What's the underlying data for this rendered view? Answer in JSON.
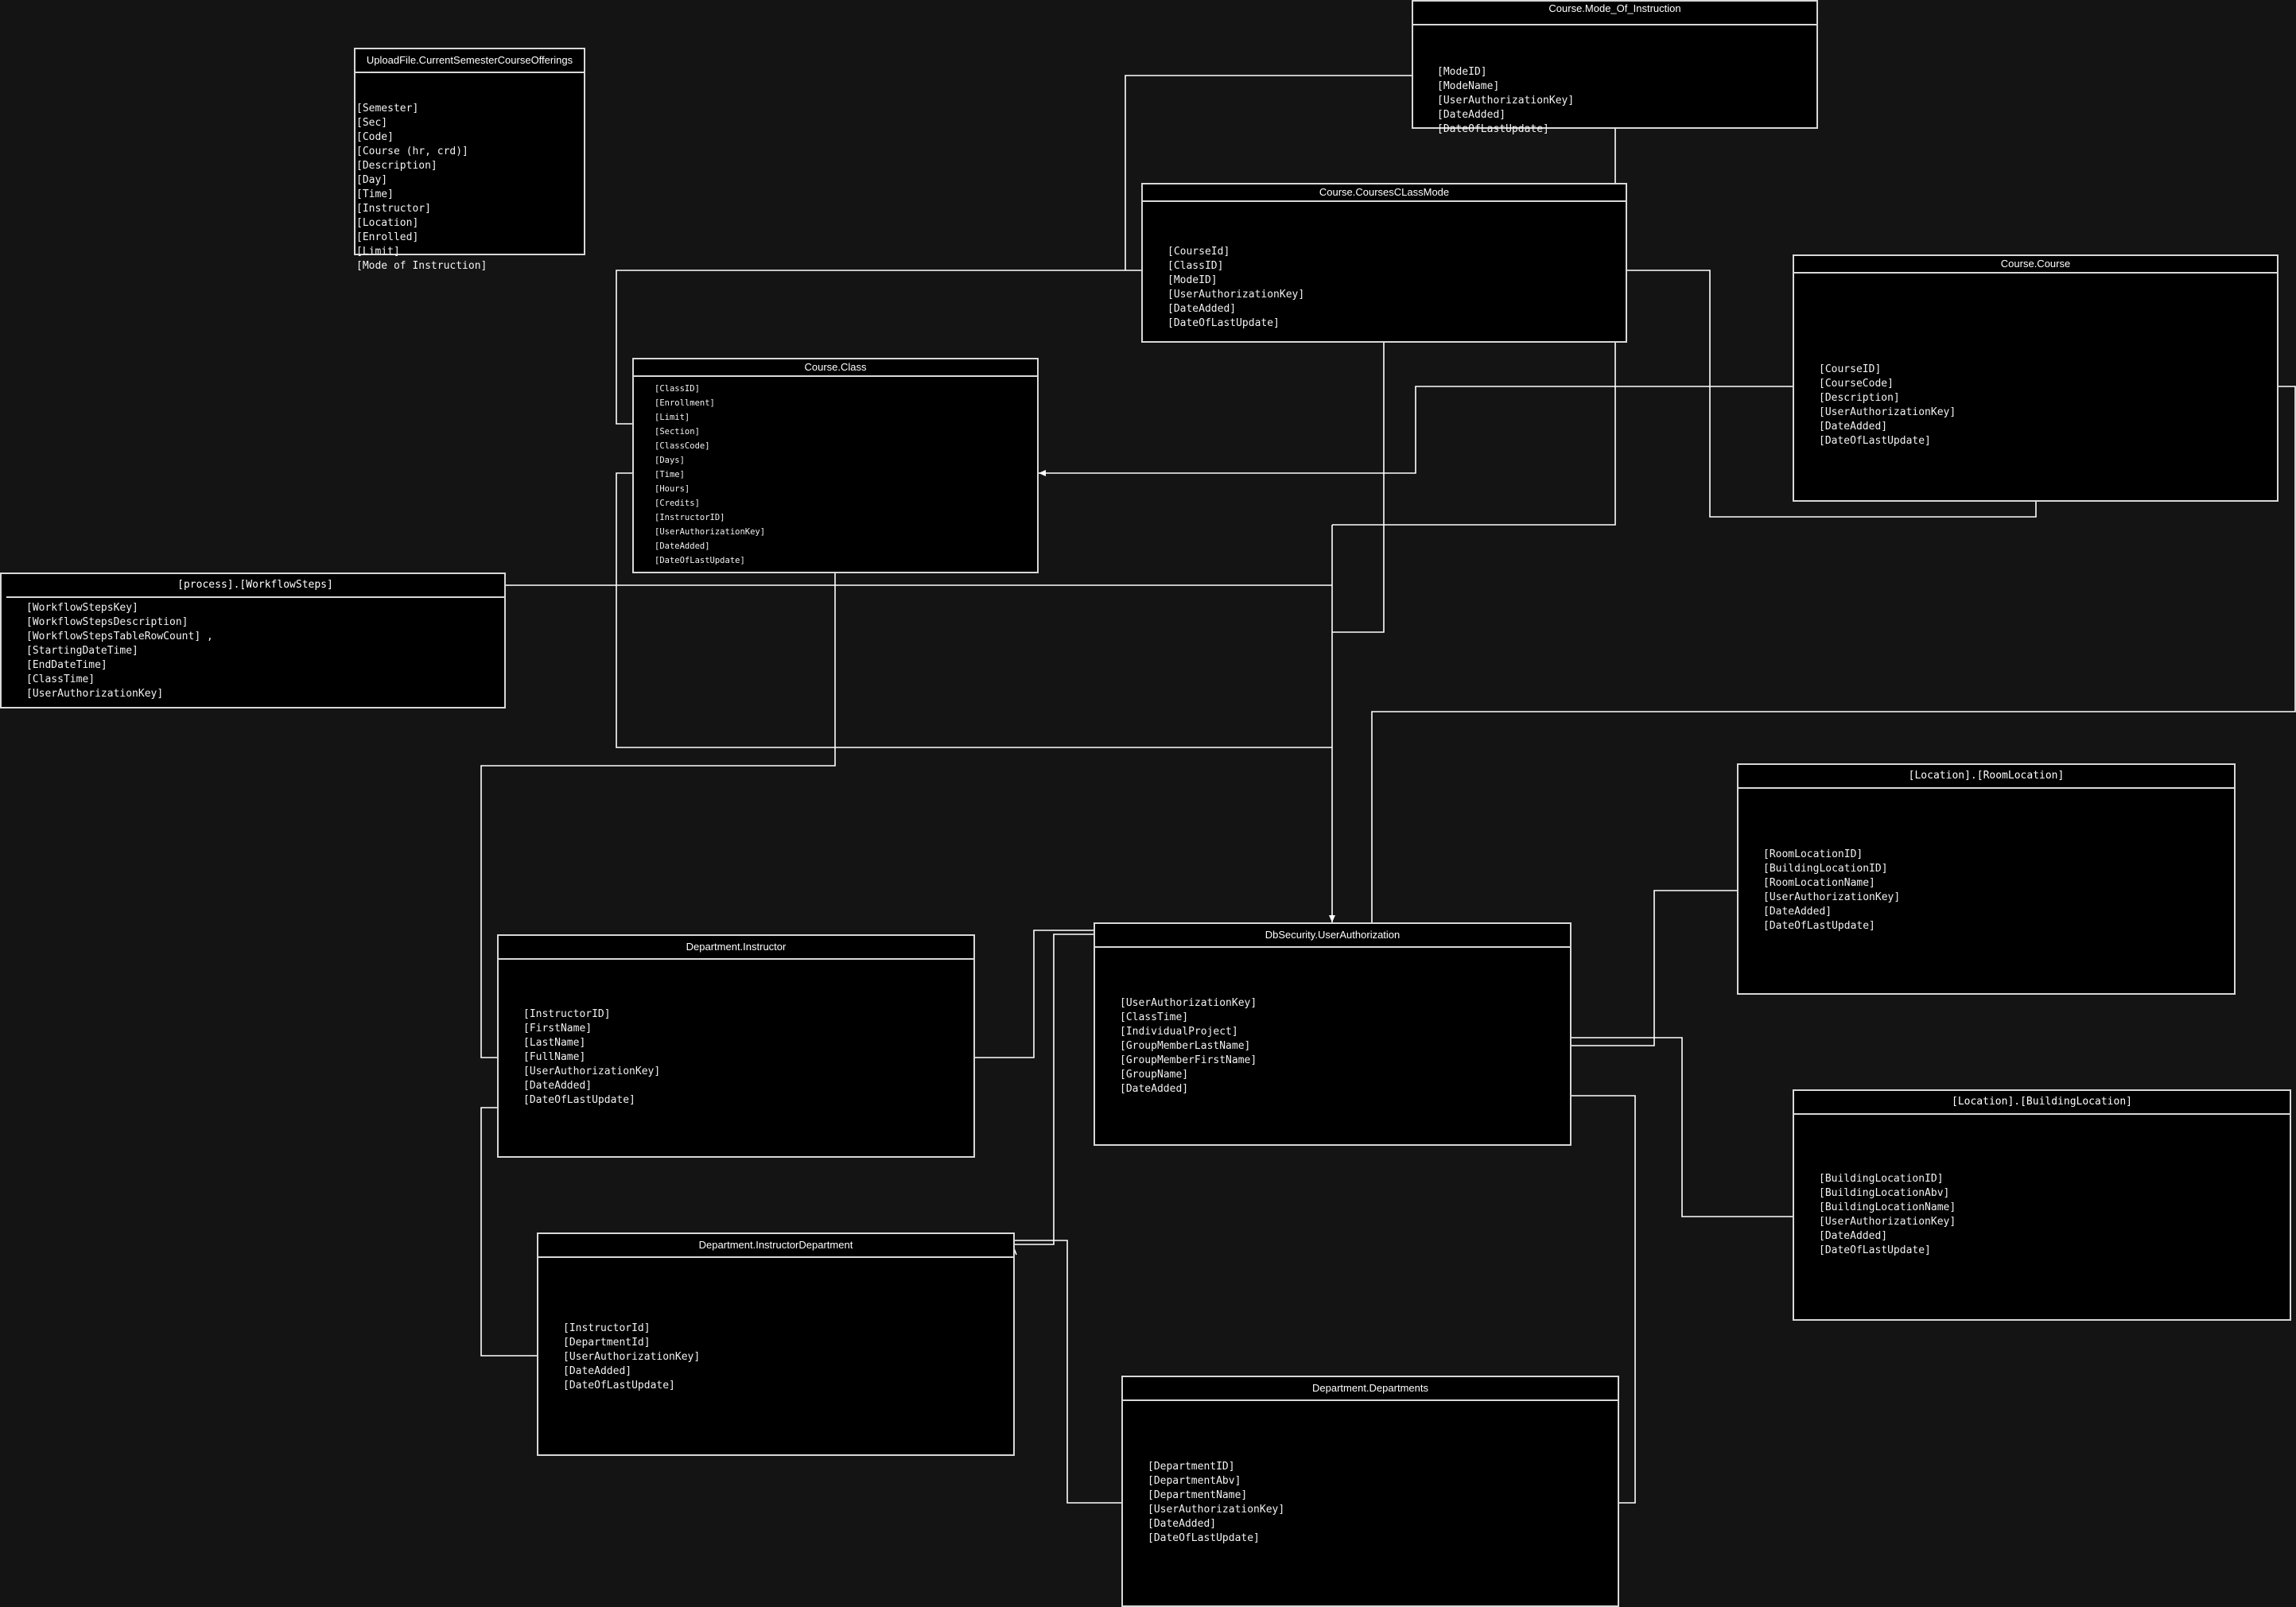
{
  "diagram": {
    "tables": [
      {
        "id": "upload",
        "name": "UploadFile.CurrentSemesterCourseOfferings",
        "fields": [
          "[Semester]",
          "[Sec]",
          "[Code]",
          "[Course (hr, crd)]",
          "[Description]",
          "[Day]",
          "[Time]",
          "[Instructor]",
          "[Location]",
          "[Enrolled]",
          "[Limit]",
          "[Mode of Instruction]"
        ]
      },
      {
        "id": "mode",
        "name": "Course.Mode_Of_Instruction",
        "fields": [
          "[ModeID]",
          "[ModeName]",
          "[UserAuthorizationKey]",
          "[DateAdded]",
          "[DateOfLastUpdate]"
        ]
      },
      {
        "id": "ccm",
        "name": "Course.CoursesCLassMode",
        "fields": [
          "[CourseId]",
          "[ClassID]",
          "[ModeID]",
          "[UserAuthorizationKey]",
          "[DateAdded]",
          "[DateOfLastUpdate]"
        ]
      },
      {
        "id": "course",
        "name": "Course.Course",
        "fields": [
          "[CourseID]",
          "[CourseCode]",
          "[Description]",
          "[UserAuthorizationKey]",
          "[DateAdded]",
          "[DateOfLastUpdate]"
        ]
      },
      {
        "id": "class",
        "name": "Course.Class",
        "fields": [
          "[ClassID]",
          "[Enrollment]",
          "[Limit]",
          "[Section]",
          "[ClassCode]",
          "[Days]",
          "[Time]",
          "[Hours]",
          "[Credits]",
          "[InstructorID]",
          "[UserAuthorizationKey]",
          "[DateAdded]",
          "[DateOfLastUpdate]"
        ]
      },
      {
        "id": "workflow",
        "name": "[process].[WorkflowSteps]",
        "fields": [
          "[WorkflowStepsKey]",
          "[WorkflowStepsDescription]",
          "[WorkflowStepsTableRowCount] ,",
          "[StartingDateTime]",
          "[EndDateTime]",
          "[ClassTime]",
          "[UserAuthorizationKey]"
        ]
      },
      {
        "id": "room",
        "name": "[Location].[RoomLocation]",
        "fields": [
          "[RoomLocationID]",
          "[BuildingLocationID]",
          "[RoomLocationName]",
          "[UserAuthorizationKey]",
          "[DateAdded]",
          "[DateOfLastUpdate]"
        ]
      },
      {
        "id": "instructor",
        "name": "Department.Instructor",
        "fields": [
          "[InstructorID]",
          "[FirstName]",
          "[LastName]",
          "[FullName]",
          "[UserAuthorizationKey]",
          "[DateAdded]",
          "[DateOfLastUpdate]"
        ]
      },
      {
        "id": "userauth",
        "name": "DbSecurity.UserAuthorization",
        "fields": [
          "[UserAuthorizationKey]",
          "[ClassTime]",
          "[IndividualProject]",
          "[GroupMemberLastName]",
          "[GroupMemberFirstName]",
          "[GroupName]",
          "[DateAdded]"
        ]
      },
      {
        "id": "building",
        "name": "[Location].[BuildingLocation]",
        "fields": [
          "[BuildingLocationID]",
          "[BuildingLocationAbv]",
          "[BuildingLocationName]",
          "[UserAuthorizationKey]",
          "[DateAdded]",
          "[DateOfLastUpdate]"
        ]
      },
      {
        "id": "instdept",
        "name": "Department.InstructorDepartment",
        "fields": [
          "[InstructorId]",
          "[DepartmentId]",
          "[UserAuthorizationKey]",
          "[DateAdded]",
          "[DateOfLastUpdate]"
        ]
      },
      {
        "id": "depts",
        "name": "Department.Departments",
        "fields": [
          "[DepartmentID]",
          "[DepartmentAbv]",
          "[DepartmentName]",
          "[UserAuthorizationKey]",
          "[DateAdded]",
          "[DateOfLastUpdate]"
        ]
      }
    ]
  }
}
